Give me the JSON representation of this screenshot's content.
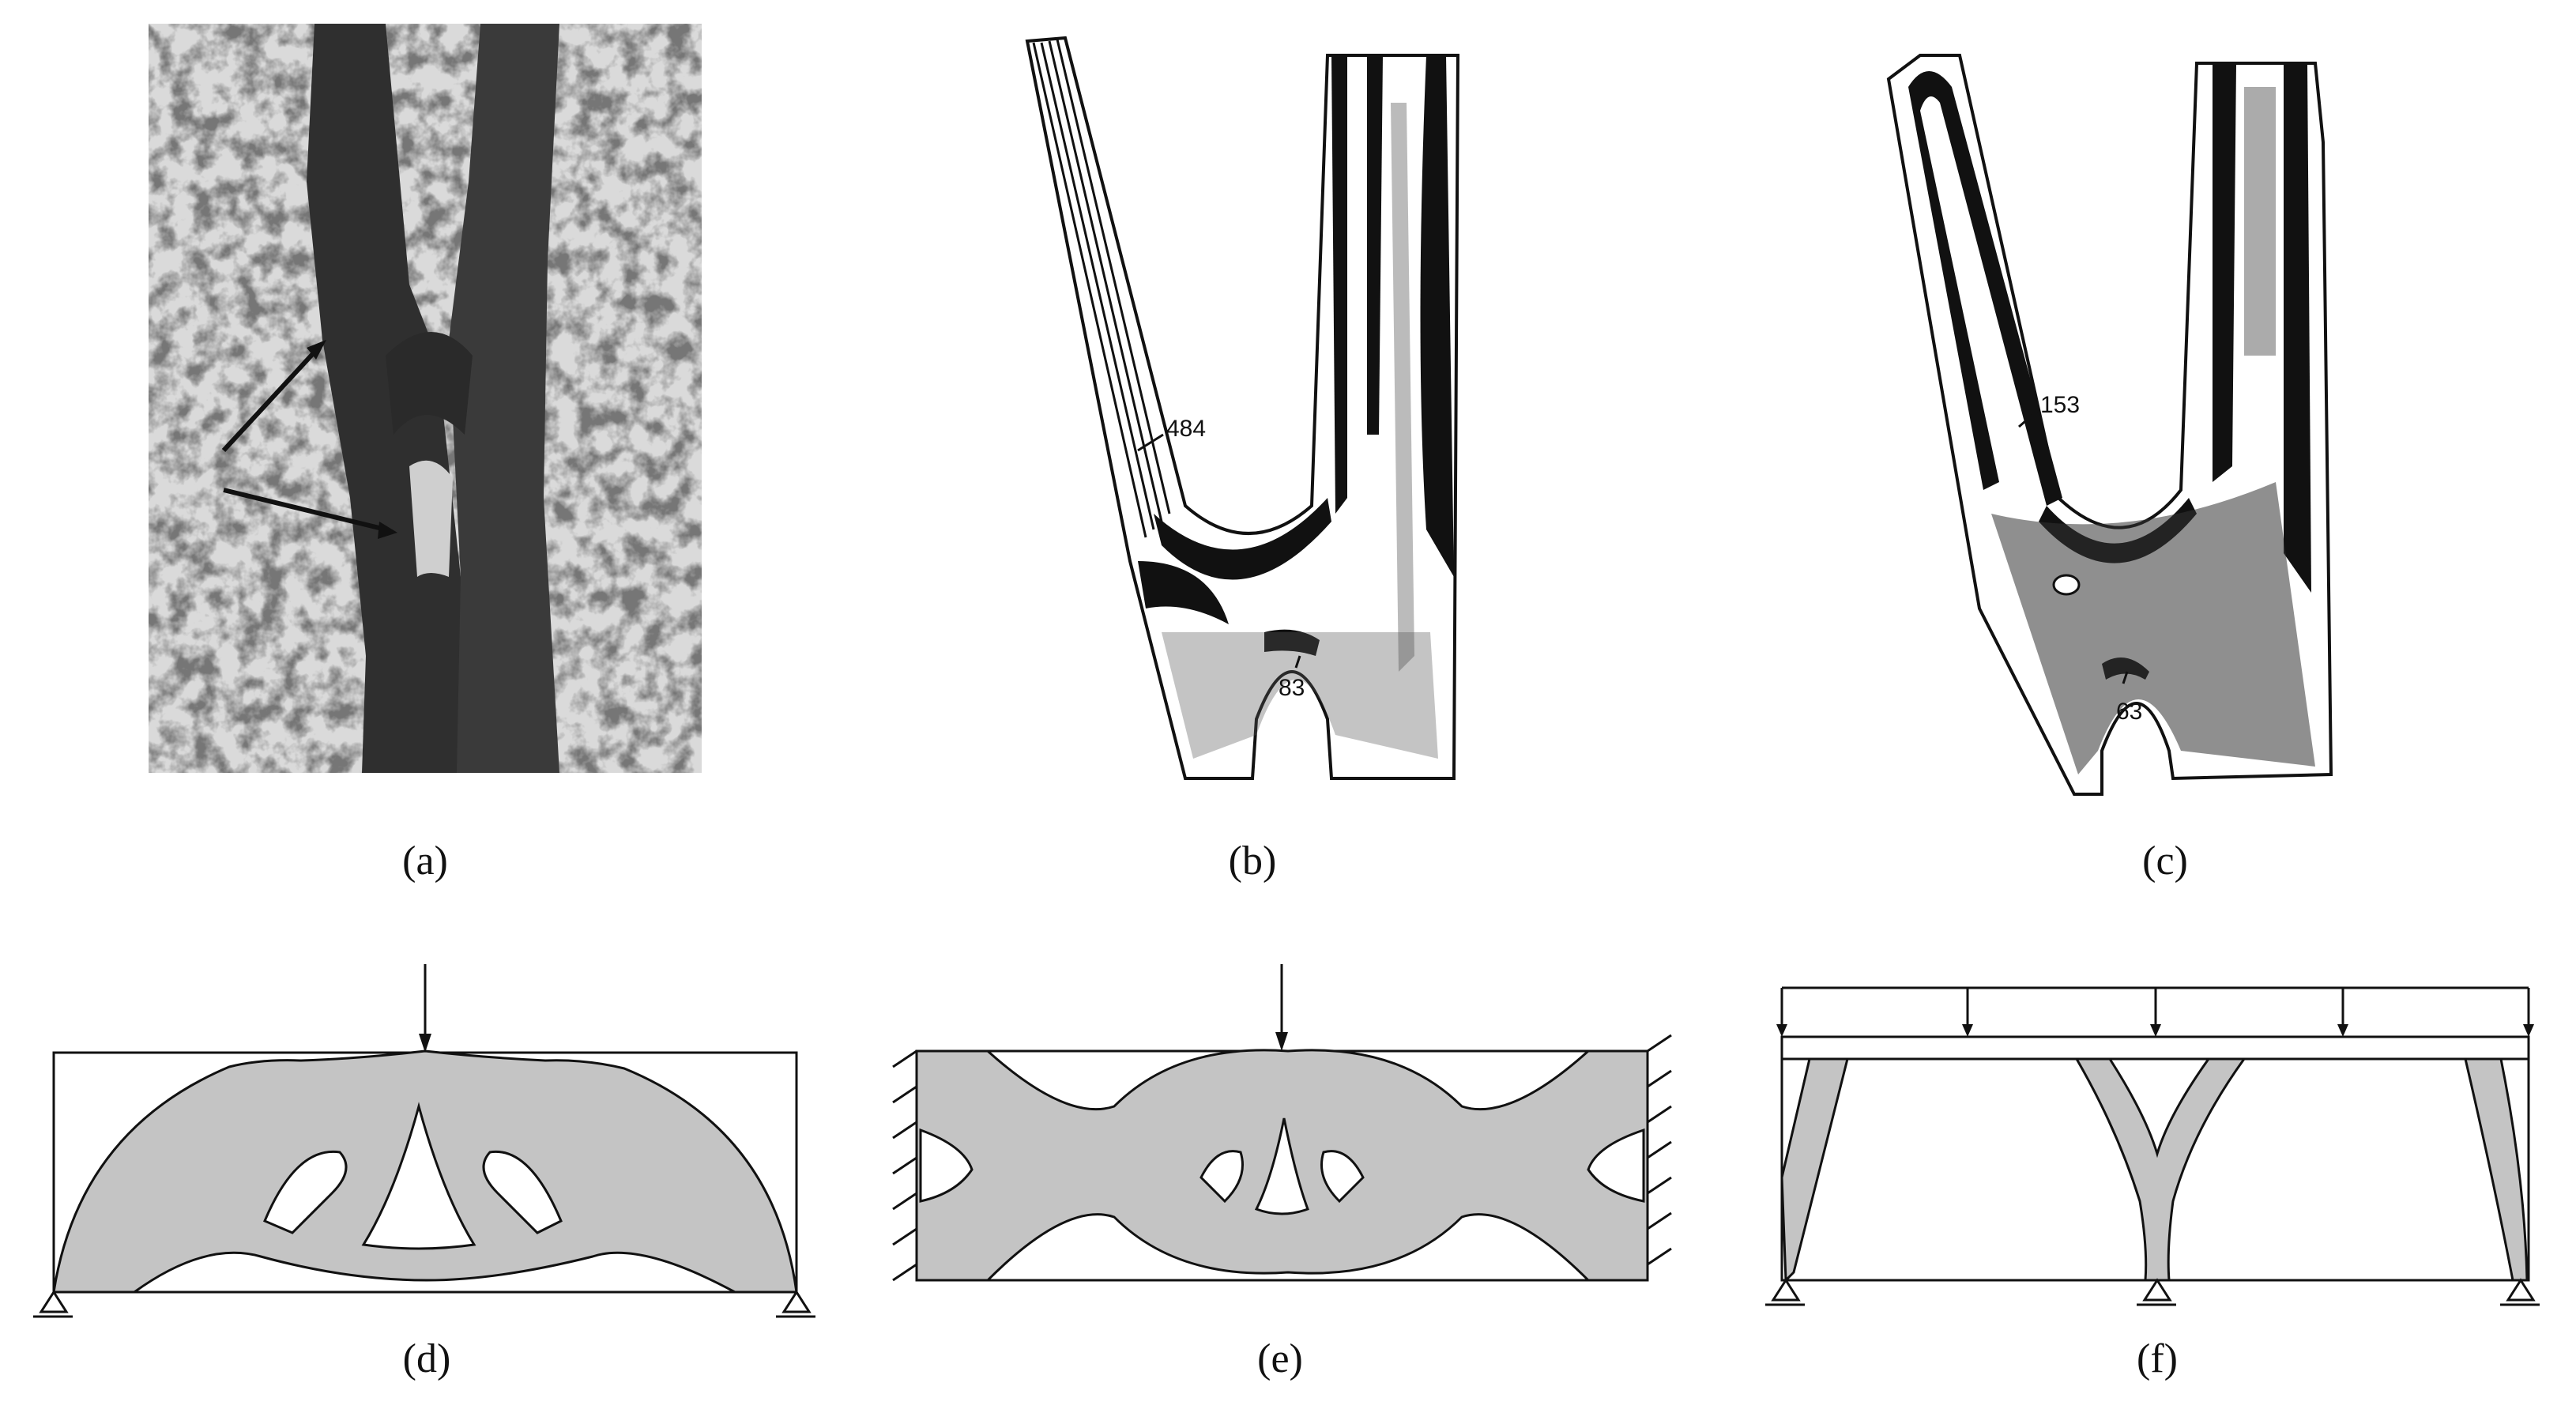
{
  "figure": {
    "panels": [
      {
        "id": "a",
        "caption": "(a)",
        "kind": "photo-tree-fork"
      },
      {
        "id": "b",
        "caption": "(b)",
        "kind": "stress-contour-fork",
        "labels": [
          "484",
          "83"
        ]
      },
      {
        "id": "c",
        "caption": "(c)",
        "kind": "stress-contour-fork",
        "labels": [
          "153",
          "63"
        ]
      },
      {
        "id": "d",
        "caption": "(d)",
        "kind": "topology-beam-simply-supported"
      },
      {
        "id": "e",
        "caption": "(e)",
        "kind": "topology-beam-clamped"
      },
      {
        "id": "f",
        "caption": "(f)",
        "kind": "topology-tree-support"
      }
    ],
    "colors": {
      "material": "#c4c4c4",
      "contour": "#111111",
      "photo_dark": "#2e2e2e",
      "photo_light": "#d9d9d9"
    }
  }
}
